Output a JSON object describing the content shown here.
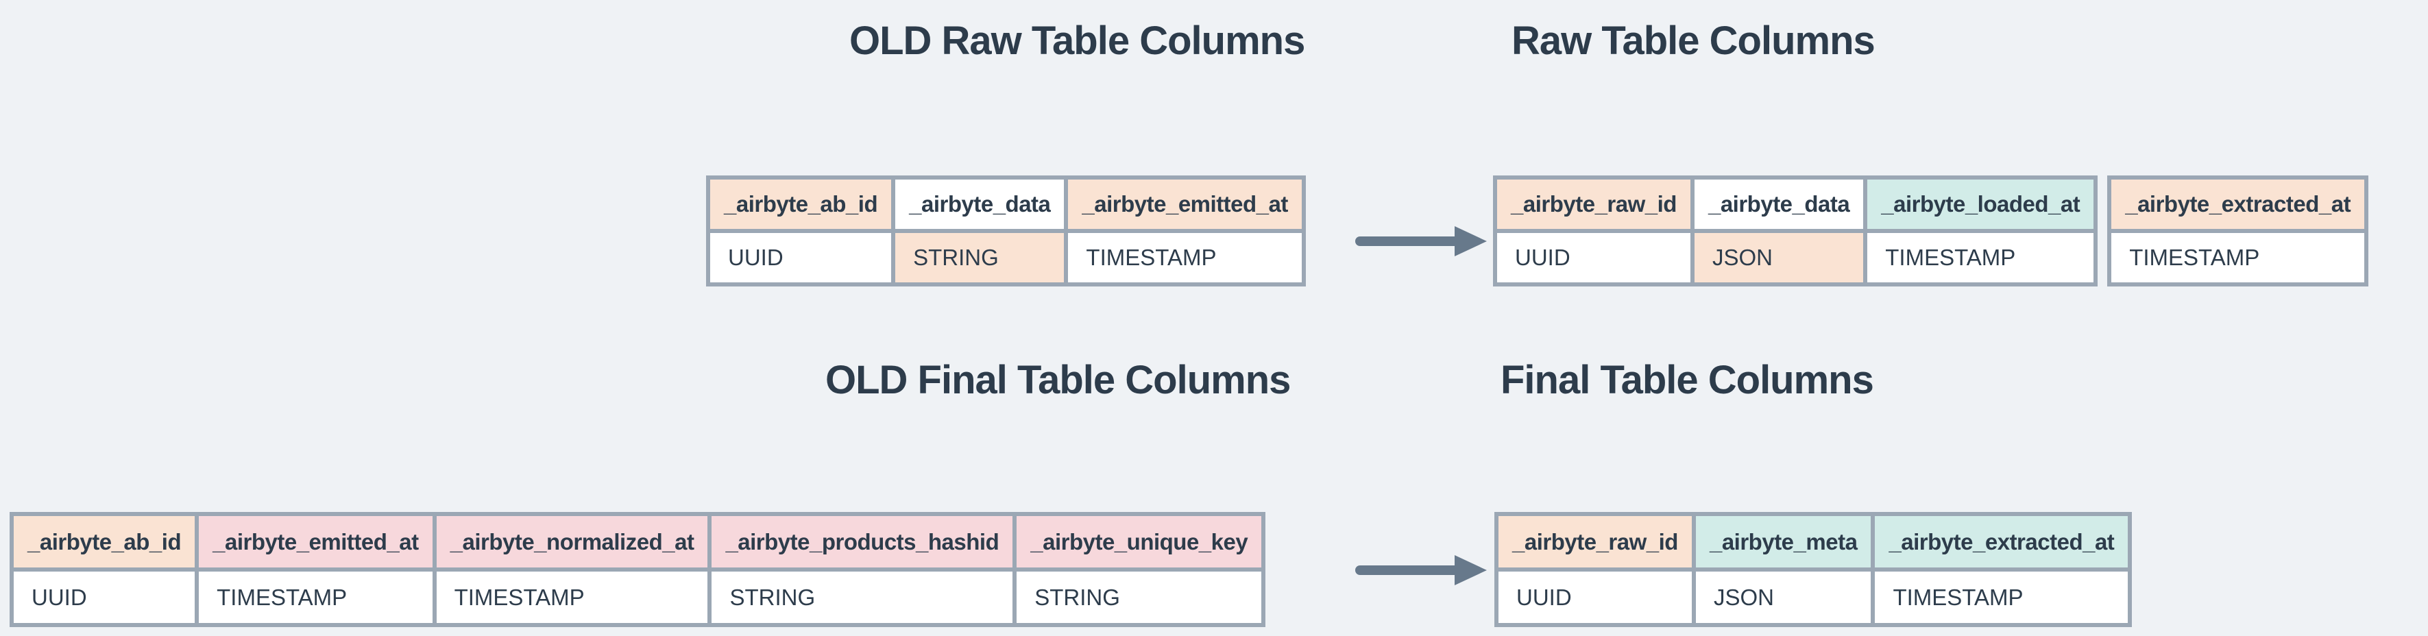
{
  "palette": {
    "page_bg": "#eff2f5",
    "grid": "#9ba7b4",
    "text": "#2d3c4b",
    "arrow": "#67798b",
    "peach": "#fae3d3",
    "pink": "#f7d8dc",
    "teal": "#d2ece8",
    "white": "#ffffff"
  },
  "titles": {
    "old_raw": "OLD Raw Table Columns",
    "raw": "Raw Table Columns",
    "old_final": "OLD Final Table Columns",
    "final": "Final Table Columns"
  },
  "tables": {
    "old_raw": {
      "columns": [
        {
          "name": "_airbyte_ab_id",
          "type": "UUID",
          "header_bg": "peach",
          "type_bg": "white"
        },
        {
          "name": "_airbyte_data",
          "type": "STRING",
          "header_bg": "white",
          "type_bg": "peach"
        },
        {
          "name": "_airbyte_emitted_at",
          "type": "TIMESTAMP",
          "header_bg": "peach",
          "type_bg": "white"
        }
      ]
    },
    "raw_main": {
      "columns": [
        {
          "name": "_airbyte_raw_id",
          "type": "UUID",
          "header_bg": "peach",
          "type_bg": "white"
        },
        {
          "name": "_airbyte_data",
          "type": "JSON",
          "header_bg": "white",
          "type_bg": "peach"
        },
        {
          "name": "_airbyte_loaded_at",
          "type": "TIMESTAMP",
          "header_bg": "teal",
          "type_bg": "white"
        }
      ]
    },
    "raw_extra": {
      "columns": [
        {
          "name": "_airbyte_extracted_at",
          "type": "TIMESTAMP",
          "header_bg": "peach",
          "type_bg": "white"
        }
      ]
    },
    "old_final": {
      "columns": [
        {
          "name": "_airbyte_ab_id",
          "type": "UUID",
          "header_bg": "peach",
          "type_bg": "white"
        },
        {
          "name": "_airbyte_emitted_at",
          "type": "TIMESTAMP",
          "header_bg": "pink",
          "type_bg": "white"
        },
        {
          "name": "_airbyte_normalized_at",
          "type": "TIMESTAMP",
          "header_bg": "pink",
          "type_bg": "white"
        },
        {
          "name": "_airbyte_products_hashid",
          "type": "STRING",
          "header_bg": "pink",
          "type_bg": "white"
        },
        {
          "name": "_airbyte_unique_key",
          "type": "STRING",
          "header_bg": "pink",
          "type_bg": "white"
        }
      ]
    },
    "final": {
      "columns": [
        {
          "name": "_airbyte_raw_id",
          "type": "UUID",
          "header_bg": "peach",
          "type_bg": "white"
        },
        {
          "name": "_airbyte_meta",
          "type": "JSON",
          "header_bg": "teal",
          "type_bg": "white"
        },
        {
          "name": "_airbyte_extracted_at",
          "type": "TIMESTAMP",
          "header_bg": "teal",
          "type_bg": "white"
        }
      ]
    }
  },
  "icons": {
    "top_arrow": "right-arrow",
    "bottom_arrow": "right-arrow"
  }
}
